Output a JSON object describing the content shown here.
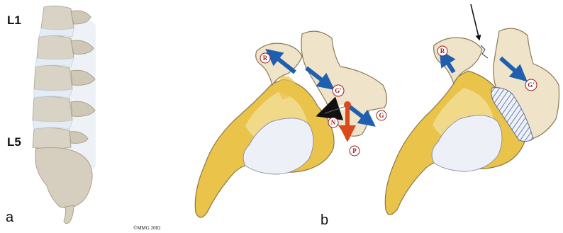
{
  "panel_a": {
    "label": "a",
    "top_vertebra_label": "L1",
    "bottom_vertebra_label": "L5",
    "copyright": "©MMG 2002"
  },
  "panel_b": {
    "label": "b",
    "force_labels": {
      "r": "R",
      "g_prime": "G'",
      "g": "G",
      "n": "N",
      "p": "P"
    },
    "right_figure": {
      "r": "R",
      "g_prime": "G'"
    }
  },
  "colors": {
    "bone": "#e9dcc2",
    "bone_shadow": "#c9b893",
    "spine_gray": "#d8d3c5",
    "joint_yellow": "#e9c34a",
    "disc_blue": "#e8ecf6",
    "arrow_blue": "#1f5fb0",
    "arrow_red": "#d94a1c",
    "label_ring": "#9b1b1b"
  }
}
